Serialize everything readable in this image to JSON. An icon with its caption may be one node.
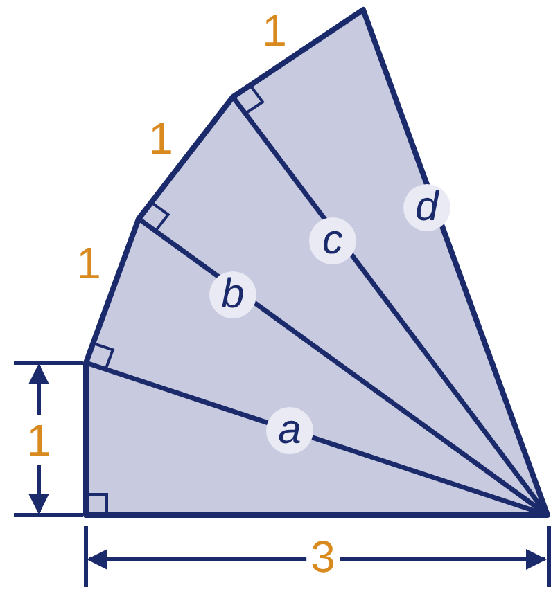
{
  "diagram": {
    "labels": [
      "1",
      "1",
      "d",
      "c",
      "1",
      "b",
      "a",
      "1",
      "3"
    ]
  }
}
